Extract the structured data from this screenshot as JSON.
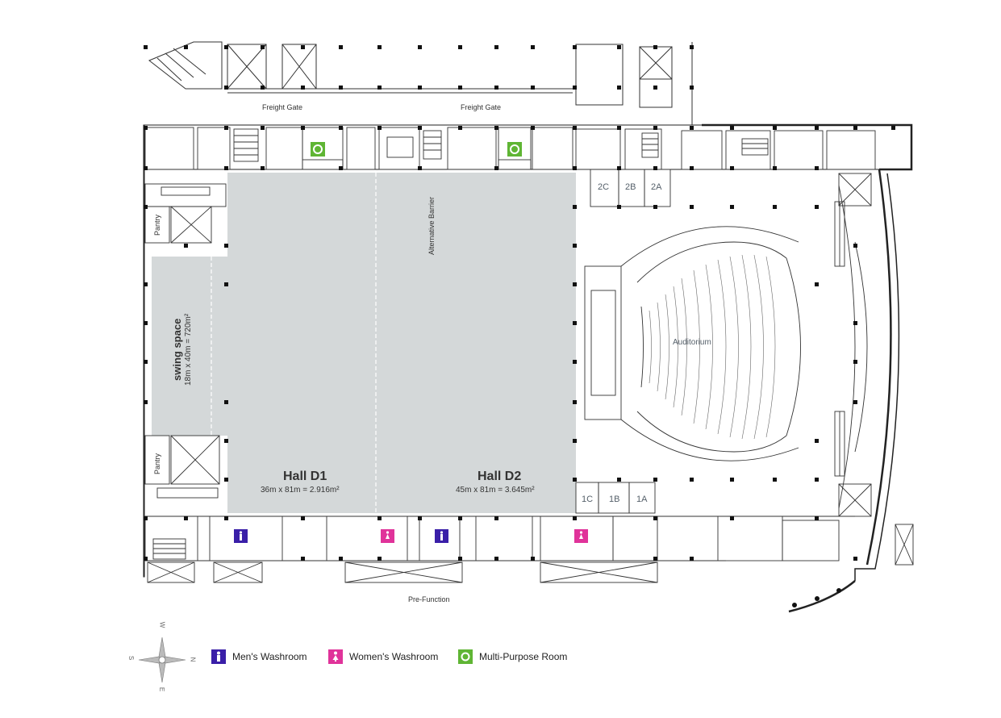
{
  "colors": {
    "hall_fill": "#d4d8d9",
    "wall": "#333333",
    "men": "#3a1fa8",
    "women": "#e0339a",
    "multipurpose": "#5fb534"
  },
  "labels": {
    "freight_gate_left": "Freight Gate",
    "freight_gate_right": "Freight Gate",
    "pantry_top": "Pantry",
    "pantry_bottom": "Pantry",
    "swing_space": "swing space",
    "swing_space_dims": "18m x 40m = 720m²",
    "alternative_barrier": "Alternative Barrier",
    "hall_d1": "Hall D1",
    "hall_d1_dims": "36m x 81m = 2.916m²",
    "hall_d2": "Hall D2",
    "hall_d2_dims": "45m x 81m = 3.645m²",
    "auditorium": "Auditorium",
    "pre_function": "Pre-Function",
    "room_2c": "2C",
    "room_2b": "2B",
    "room_2a": "2A",
    "room_1c": "1C",
    "room_1b": "1B",
    "room_1a": "1A"
  },
  "compass": {
    "w": "W",
    "n": "N",
    "s": "S",
    "e": "E"
  },
  "legend": [
    {
      "icon": "mens-washroom-icon",
      "label": "Men's Washroom"
    },
    {
      "icon": "womens-washroom-icon",
      "label": "Women's Washroom"
    },
    {
      "icon": "multi-purpose-room-icon",
      "label": "Multi-Purpose Room"
    }
  ]
}
